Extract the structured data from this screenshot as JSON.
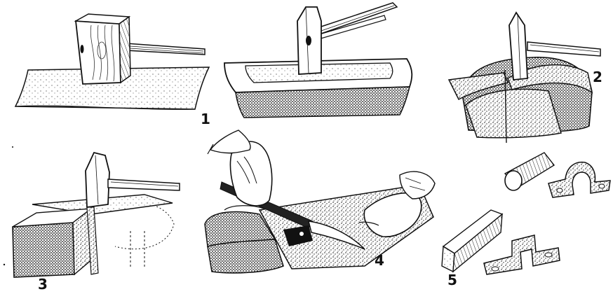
{
  "figure": {
    "labels": [
      "1",
      "2",
      "3",
      "4",
      "5"
    ],
    "colors": {
      "ink": "#111111",
      "paper": "#ffffff",
      "stipple": "#555555",
      "wood_grain": "#333333"
    }
  }
}
